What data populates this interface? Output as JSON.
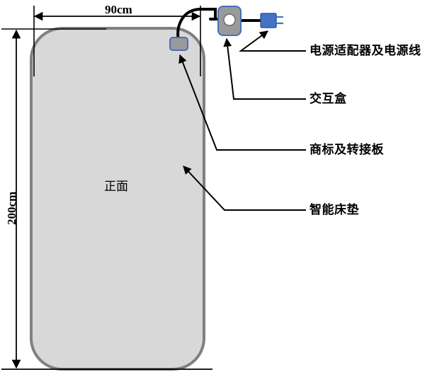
{
  "diagram": {
    "title_present": false,
    "colors": {
      "mattress_fill": "#d8d8d8",
      "mattress_border": "#808080",
      "box_fill": "#9a9a9a",
      "box_border": "#4a6fb5",
      "plug_fill": "#4472c4",
      "line": "#000000"
    },
    "dimensions": {
      "width_label": "90cm",
      "height_label": "200cm"
    },
    "mattress": {
      "face_label": "正面"
    },
    "callouts": [
      {
        "id": "power-adapter",
        "label": "电源适配器及电源线"
      },
      {
        "id": "interaction-box",
        "label": "交互盒"
      },
      {
        "id": "logo-adapter-board",
        "label": "商标及转接板"
      },
      {
        "id": "smart-mattress",
        "label": "智能床垫"
      }
    ]
  }
}
